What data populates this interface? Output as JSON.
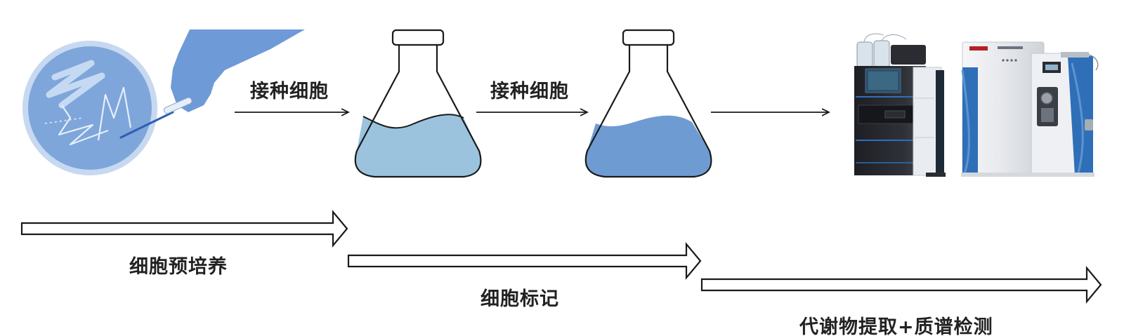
{
  "labels": {
    "step1_arrow": "接种细胞",
    "step2_arrow": "接种细胞",
    "phase1": "细胞预培养",
    "phase2": "细胞标记",
    "phase3": "代谢物提取+质谱检测"
  },
  "colors": {
    "plate": "#a6c0e6",
    "plate_inner": "#7ea6da",
    "glove": "#6f9ad8",
    "flask1_liquid": "#9bc3dd",
    "flask2_liquid": "#6f9bd3",
    "instrument_blue": "#2f6fb8",
    "outline": "#1a1a1a"
  },
  "icons": {
    "petri_dish": "petri-dish-streak-icon",
    "glove": "gloved-hand-loop-icon",
    "flask1": "erlenmeyer-flask-light-icon",
    "flask2": "erlenmeyer-flask-dark-icon",
    "instrument": "lc-ms-instrument-icon"
  }
}
